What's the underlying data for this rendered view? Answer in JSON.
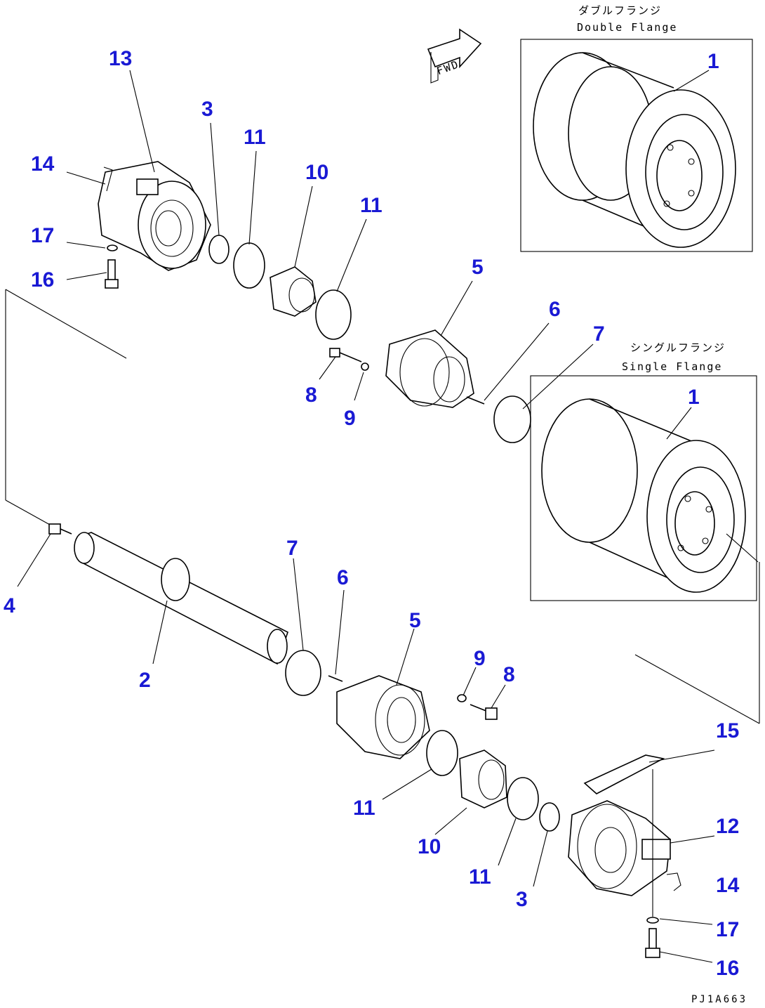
{
  "drawing": {
    "code": "PJ1A663",
    "direction_mark": "FWD",
    "insets": {
      "double": {
        "jp": "ダブルフランジ",
        "en": "Double Flange",
        "part": "1"
      },
      "single": {
        "jp": "シングルフランジ",
        "en": "Single Flange",
        "part": "1"
      }
    }
  },
  "callouts": {
    "c13": "13",
    "c3a": "3",
    "c11a": "11",
    "c10a": "10",
    "c11b": "11",
    "c14a": "14",
    "c17a": "17",
    "c16a": "16",
    "c5a": "5",
    "c6a": "6",
    "c7a": "7",
    "c8a": "8",
    "c9a": "9",
    "c4": "4",
    "c2": "2",
    "c7b": "7",
    "c6b": "6",
    "c5b": "5",
    "c9b": "9",
    "c8b": "8",
    "c11c": "11",
    "c10b": "10",
    "c11d": "11",
    "c3b": "3",
    "c15": "15",
    "c12": "12",
    "c14b": "14",
    "c17b": "17",
    "c16b": "16"
  }
}
